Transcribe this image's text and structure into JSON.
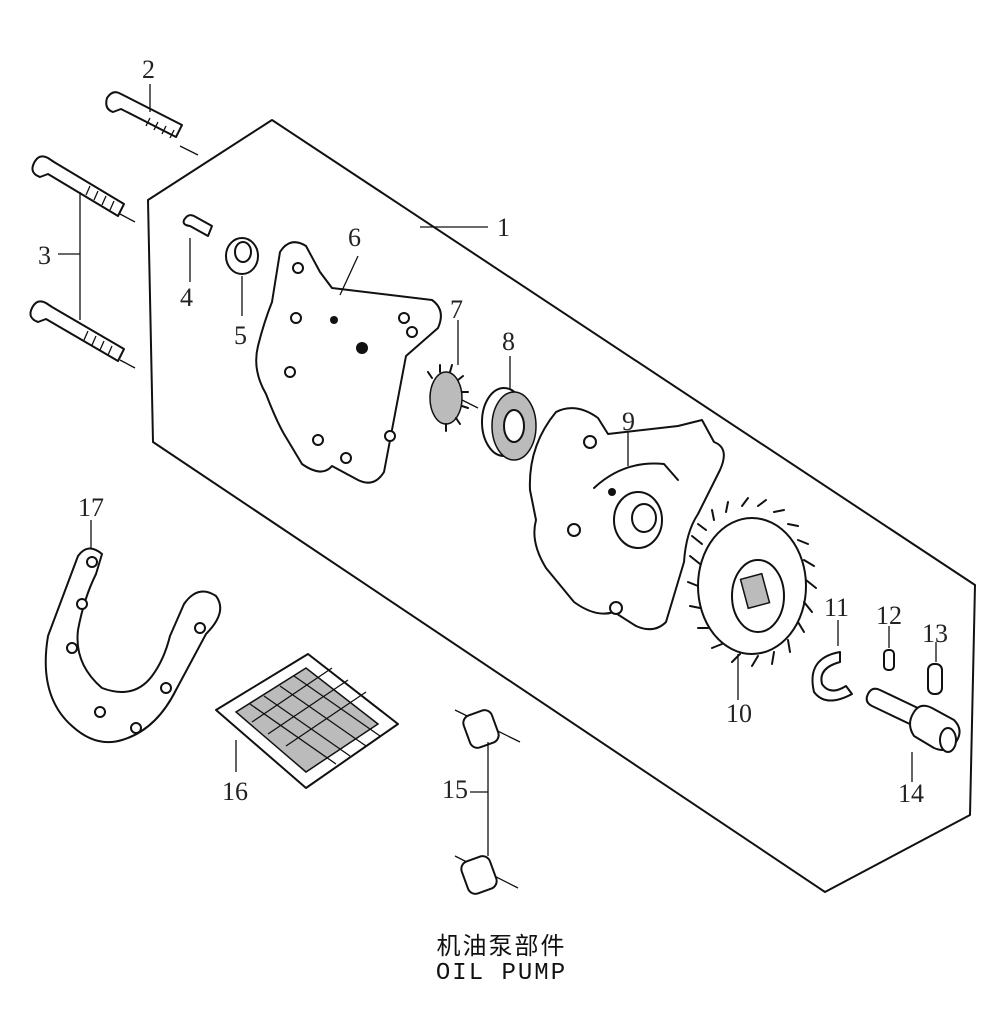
{
  "diagram": {
    "title_cn": "机油泵部件",
    "title_en": "OIL PUMP",
    "callouts": [
      "1",
      "2",
      "3",
      "4",
      "5",
      "6",
      "7",
      "8",
      "9",
      "10",
      "11",
      "12",
      "13",
      "14",
      "15",
      "16",
      "17"
    ]
  }
}
